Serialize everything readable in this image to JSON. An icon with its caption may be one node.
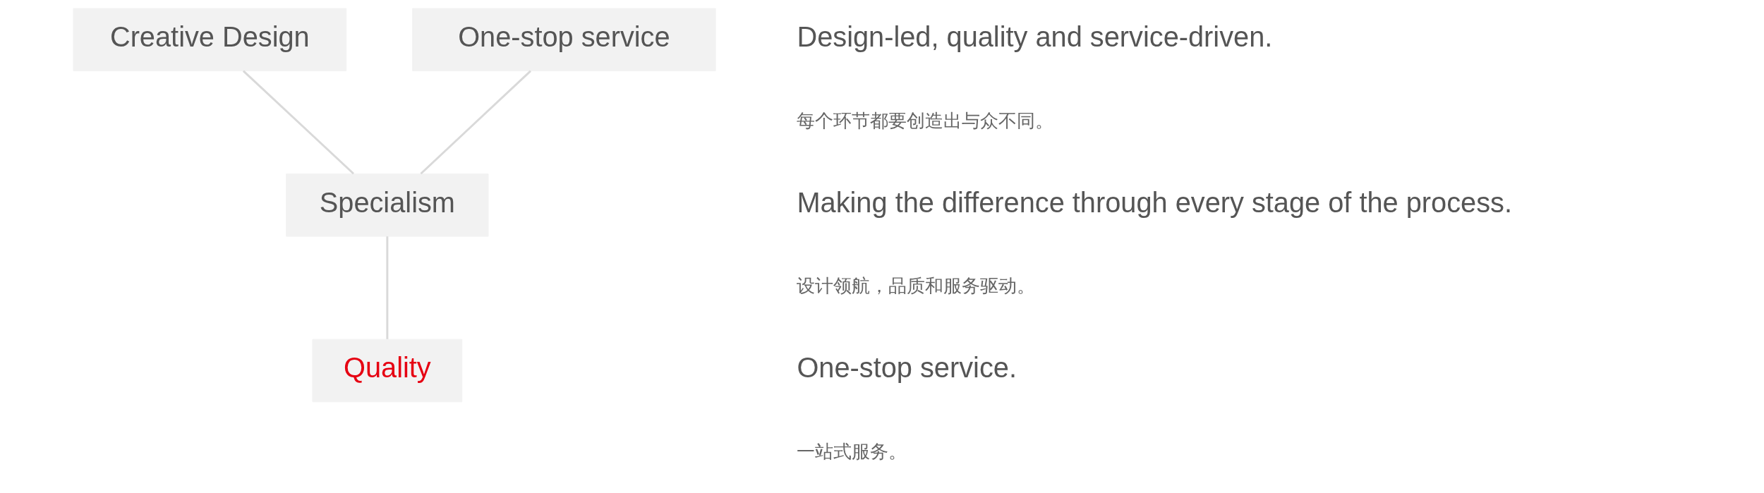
{
  "diagram": {
    "nodes": [
      {
        "text": [
          "Creative Design"
        ]
      },
      {
        "text": [
          "One-stop service"
        ]
      },
      {
        "text": [
          "Specialism"
        ]
      },
      {
        "text": [
          "Quality"
        ]
      }
    ],
    "edges": [
      {
        "from": 0,
        "to": 2,
        "arrow": "none"
      },
      {
        "from": 1,
        "to": 2,
        "arrow": "none"
      },
      {
        "from": 2,
        "to": 3,
        "arrow": "none"
      }
    ],
    "labels": [
      "Design-led, quality and service-driven.",
      "每个环节都要创造出与众不同。",
      "Making the difference through every stage of the process.",
      "设计领航，品质和服务驱动。",
      "One-stop service.",
      "一站式服务。"
    ]
  }
}
